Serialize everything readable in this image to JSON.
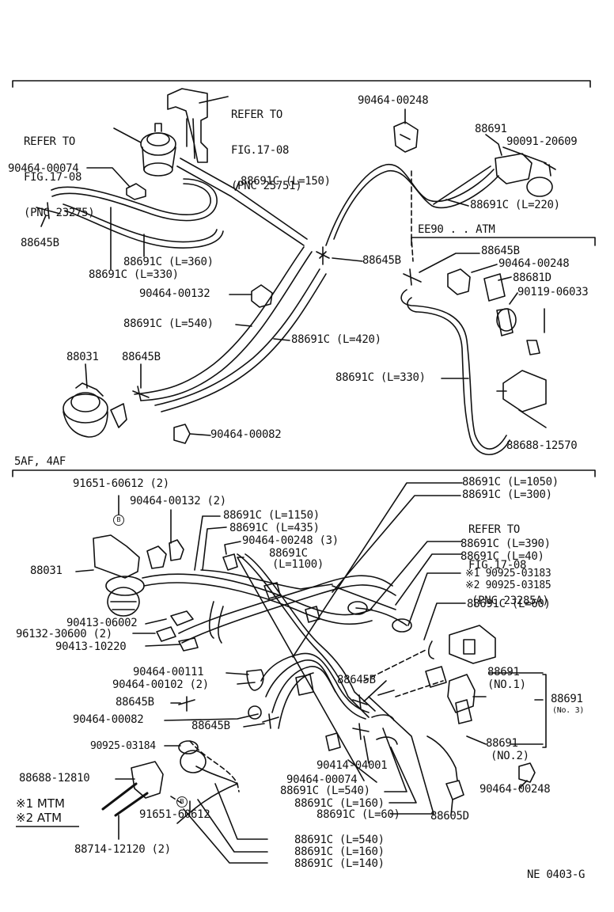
{
  "sections": {
    "upper": {
      "refer1": [
        "REFER TO",
        "FIG.17-08",
        "(PNC 25751)"
      ],
      "refer2": [
        "REFER TO",
        "FIG.17-08",
        "(PNC 23275)"
      ]
    },
    "ee90_atm": "EE90 . . ATM",
    "lower_header": "5AF, 4AF"
  },
  "upper_labels": {
    "p_90464_00248_top": "90464-00248",
    "p_88691": "88691",
    "p_90091_20609": "90091-20609",
    "p_90464_00074": "90464-00074",
    "p_88691c_150": "88691C (L=150)",
    "p_88691c_220": "88691C (L=220)",
    "p_88645b_left": "88645B",
    "p_88691c_360": "88691C (L=360)",
    "p_88691c_330a": "88691C (L=330)",
    "p_88645b_mid": "88645B",
    "p_90464_00132": "90464-00132",
    "p_88691c_540": "88691C (L=540)",
    "p_88691c_420": "88691C (L=420)",
    "p_88031": "88031",
    "p_88645b_low": "88645B",
    "p_90464_00082": "90464-00082",
    "p_88645b_ee": "88645B",
    "p_90464_00248_ee": "90464-00248",
    "p_88681d": "88681D",
    "p_90119_06033": "90119-06033",
    "p_88691c_330b": "88691C (L=330)",
    "p_88688_12570": "88688-12570"
  },
  "lower_labels": {
    "l_91651_60612_2": "91651-60612 (2)",
    "l_90464_00132_2": "90464-00132 (2)",
    "l_88691c_1150": "88691C (L=1150)",
    "l_88691c_435": "88691C (L=435)",
    "l_90464_00248_3": "90464-00248 (3)",
    "l_88691c_1100a": "88691C",
    "l_88691c_1100b": "(L=1100)",
    "l_88031": "88031",
    "l_90413_06002": "90413-06002",
    "l_96132_30600": "96132-30600 (2)",
    "l_90413_10220": "90413-10220",
    "l_90464_00111": "90464-00111",
    "l_90464_00102": "90464-00102 (2)",
    "l_88645b_a": "88645B",
    "l_90464_00082": "90464-00082",
    "l_88645b_b": "88645B",
    "l_90925_03184": "90925-03184",
    "l_88688_12810": "88688-12810",
    "l_mtm": "※1 MTM",
    "l_atm": "※2 ATM",
    "l_88714_12120": "88714-12120 (2)",
    "l_91651_60612": "91651-60612",
    "l_88691c_1050": "88691C (L=1050)",
    "l_88691c_300": "88691C (L=300)",
    "l_refer": [
      "REFER TO",
      "FIG.17-08",
      "(PNC 23285A)"
    ],
    "l_88691c_390": "88691C (L=390)",
    "l_88691c_40": "88691C (L=40)",
    "l_90925_03183": "※1 90925-03183",
    "l_90925_03185": "※2 90925-03185",
    "l_88691c_60a": "88691C (L=60)",
    "l_88645b_c": "88645B",
    "l_88691_no1a": "88691",
    "l_88691_no1b": "(NO.1)",
    "l_88691_no3a": "88691",
    "l_88691_no3b": "(No. 3)",
    "l_88691_no2a": "88691",
    "l_88691_no2b": "(NO.2)",
    "l_90414_04001": "90414-04001",
    "l_90464_00074": "90464-00074",
    "l_88691c_540a": "88691C (L=540)",
    "l_88691c_160a": "88691C (L=160)",
    "l_88691c_60b": "88691C (L=60)",
    "l_88605d": "88605D",
    "l_90464_00248": "90464-00248",
    "l_88691c_540b": "88691C (L=540)",
    "l_88691c_160b": "88691C (L=160)",
    "l_88691c_140": "88691C (L=140)",
    "l_circle": "B"
  },
  "footer_code": "NE 0403-G"
}
